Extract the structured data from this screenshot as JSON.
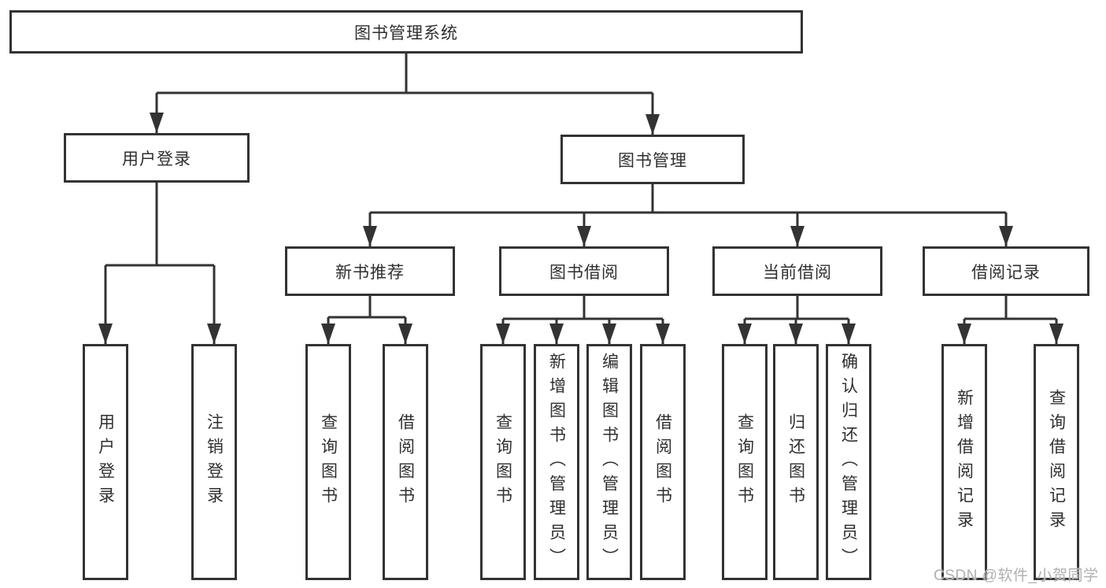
{
  "tree": {
    "id": "library-system",
    "label": "图书管理系统",
    "children": [
      {
        "id": "user-login",
        "label": "用户登录",
        "children": [
          {
            "id": "leaf-user-login",
            "label": "用户登录"
          },
          {
            "id": "leaf-logout",
            "label": "注销登录"
          }
        ]
      },
      {
        "id": "book-management",
        "label": "图书管理",
        "children": [
          {
            "id": "new-book-recommend",
            "label": "新书推荐",
            "children": [
              {
                "id": "query-books",
                "label": "查询图书"
              },
              {
                "id": "borrow-books",
                "label": "借阅图书"
              }
            ]
          },
          {
            "id": "book-borrowing",
            "label": "图书借阅",
            "children": [
              {
                "id": "query-books",
                "label": "查询图书"
              },
              {
                "id": "add-books-admin",
                "label": "新增图书（管理员）"
              },
              {
                "id": "edit-books-admin",
                "label": "编辑图书（管理员）"
              },
              {
                "id": "borrow-books",
                "label": "借阅图书"
              }
            ]
          },
          {
            "id": "current-borrowing",
            "label": "当前借阅",
            "children": [
              {
                "id": "query-books",
                "label": "查询图书"
              },
              {
                "id": "return-books",
                "label": "归还图书"
              },
              {
                "id": "confirm-return-admin",
                "label": "确认归还（管理员）"
              }
            ]
          },
          {
            "id": "borrowing-records",
            "label": "借阅记录",
            "children": [
              {
                "id": "add-borrow-record",
                "label": "新增借阅记录"
              },
              {
                "id": "query-borrow-record",
                "label": "查询借阅记录"
              }
            ]
          }
        ]
      }
    ]
  },
  "watermark": {
    "text": "CSDN @软件_小贺同学"
  },
  "colors": {
    "line": "#333333",
    "text": "#2f2f2f",
    "box_fill": "#ffffff",
    "background": "#ffffff",
    "watermark": "#b0b0b0"
  }
}
